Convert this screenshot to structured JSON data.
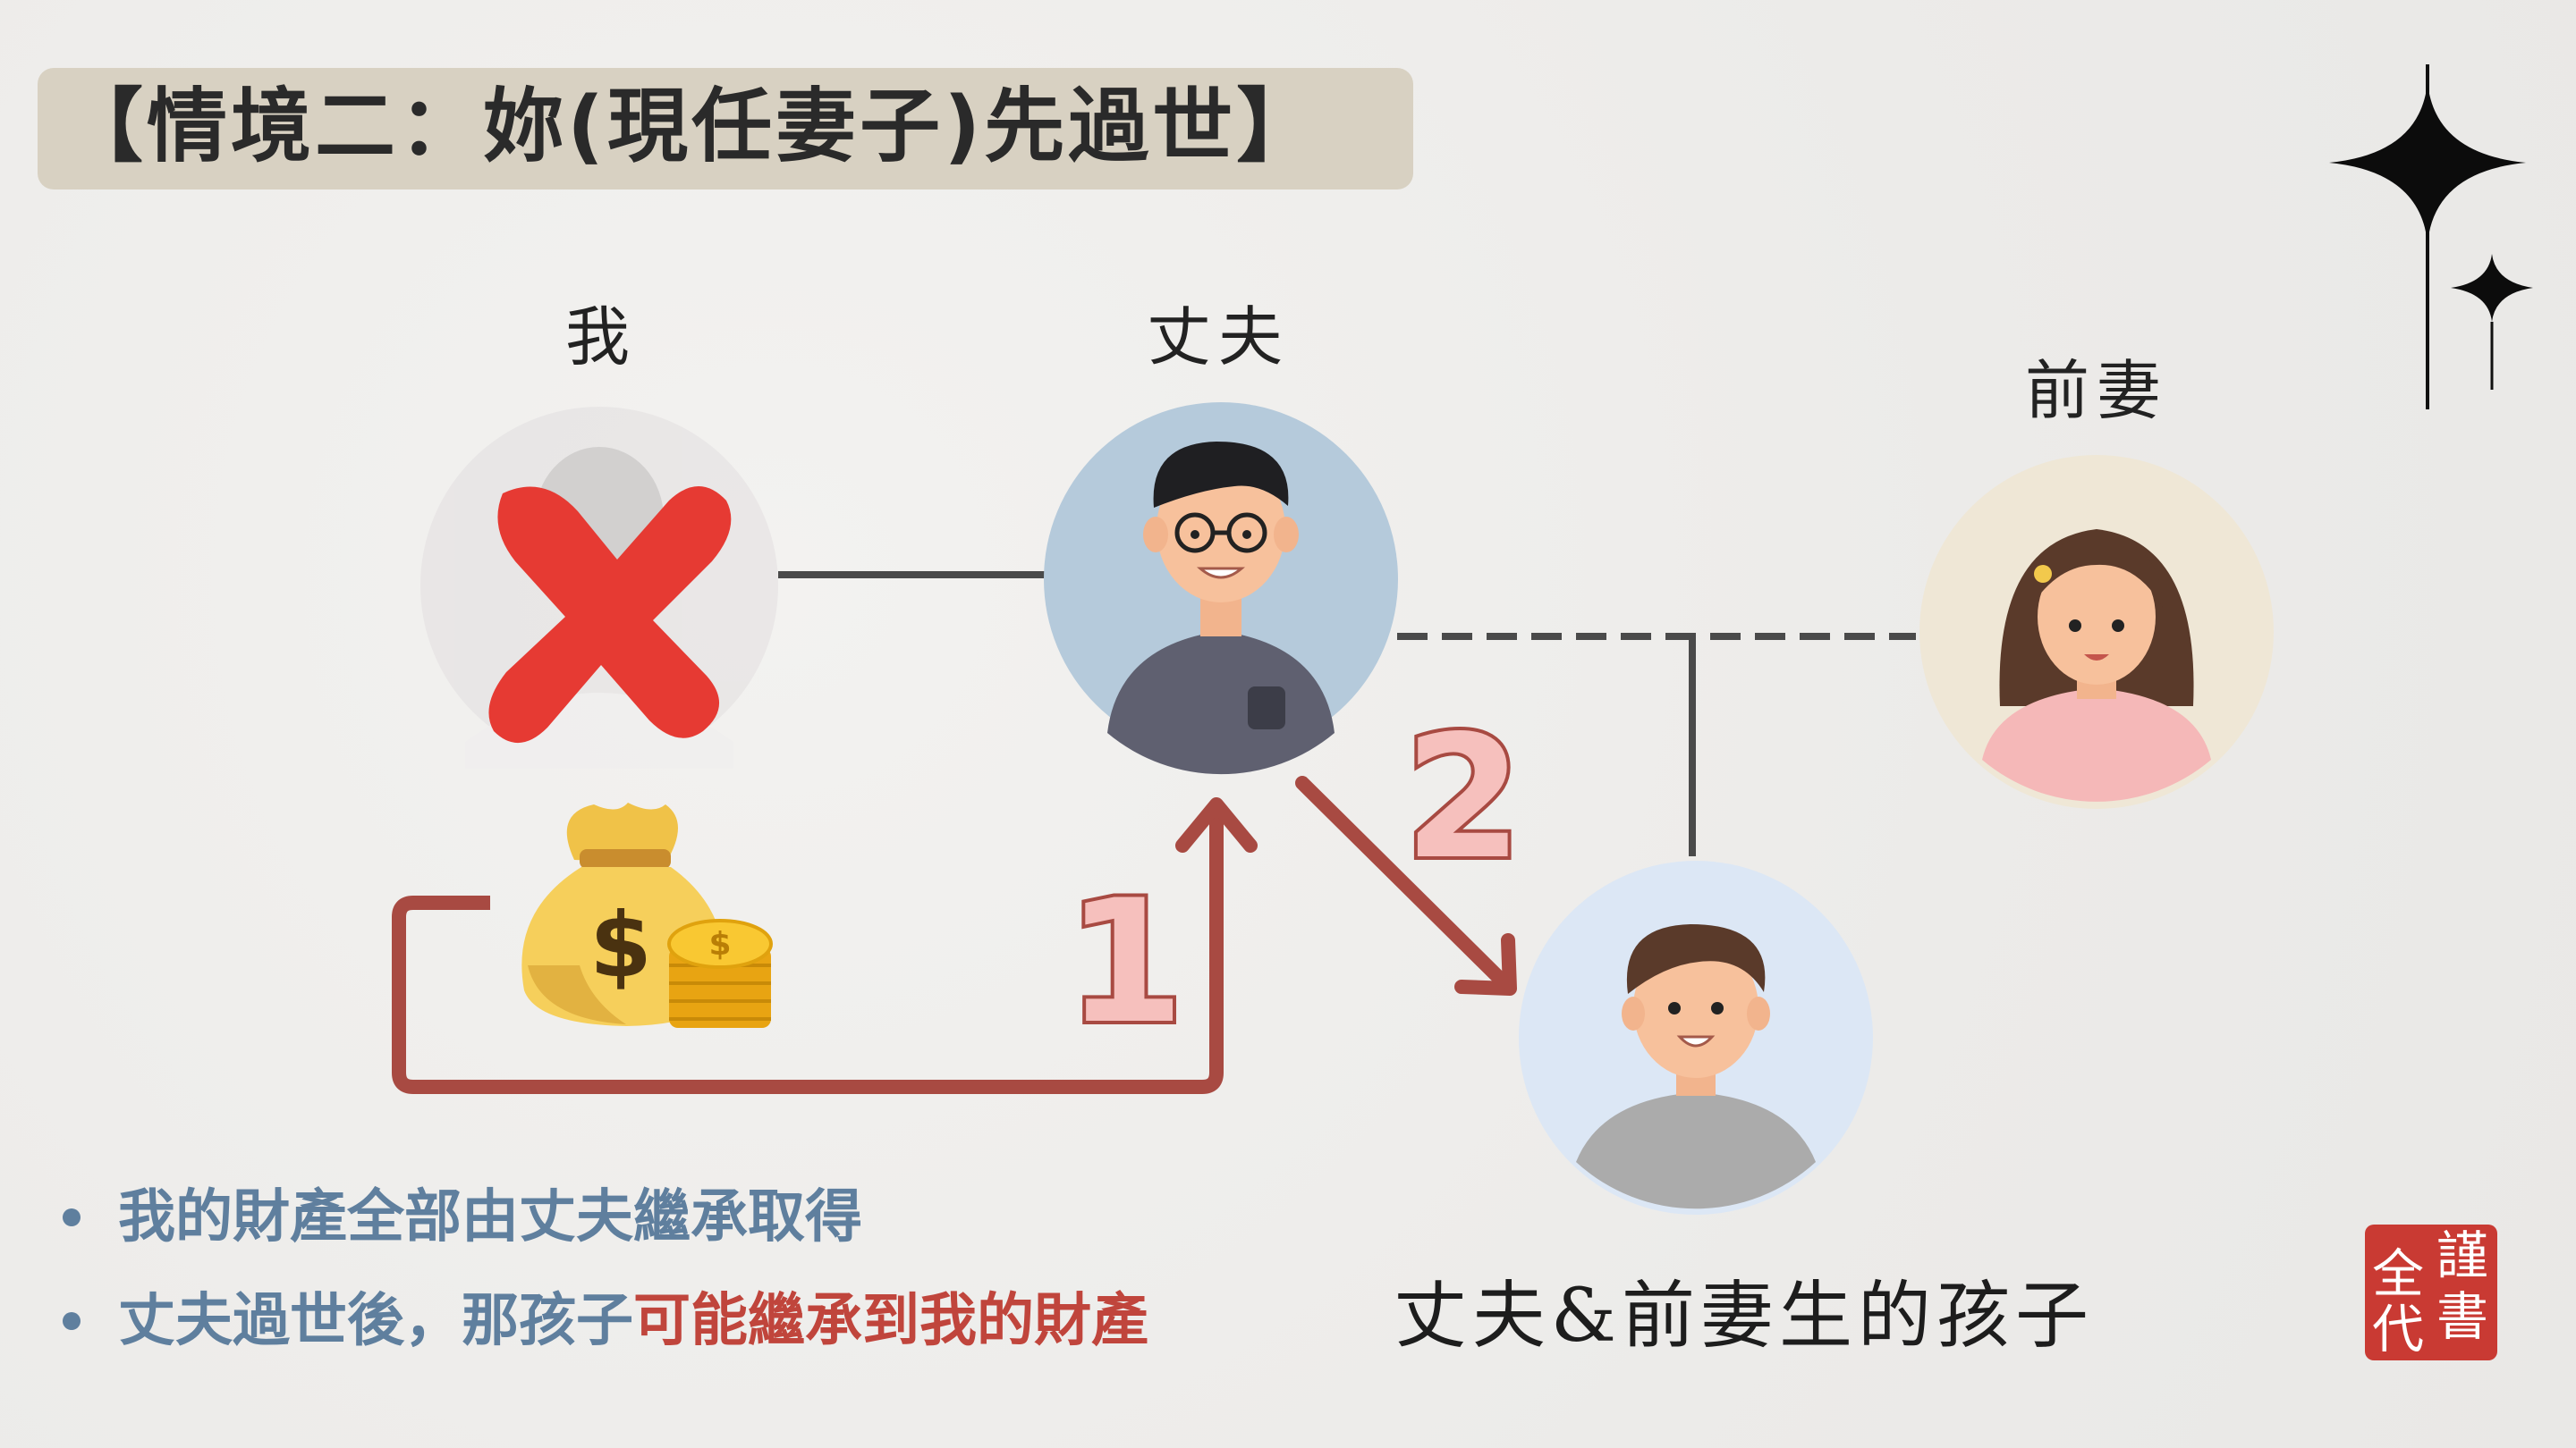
{
  "title": "【情境二：妳(現任妻子)先過世】",
  "people": {
    "me": "我",
    "husband": "丈夫",
    "ex_wife": "前妻",
    "child": "丈夫&前妻生的孩子"
  },
  "steps": [
    "1",
    "2"
  ],
  "money_icon": "dollar-sign",
  "bullets": [
    {
      "text": "我的財產全部由丈夫繼承取得"
    },
    {
      "text_before": "丈夫過世後，那孩子",
      "text_highlight": "可能繼承到我的財產"
    }
  ],
  "stamp": {
    "chars": [
      "全",
      "謹",
      "代",
      "書"
    ]
  },
  "colors": {
    "arrow": "#a84a42",
    "step_number_fill": "#f6c0bd",
    "bullet_text": "#5f7f9e",
    "highlight": "#c0453c",
    "stamp": "#c93a33"
  }
}
